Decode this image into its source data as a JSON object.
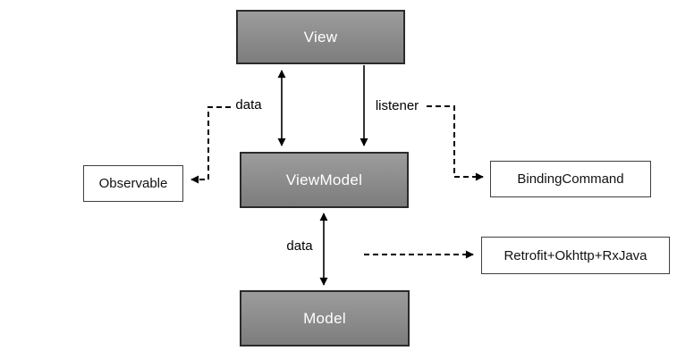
{
  "diagram": {
    "nodes": {
      "view": {
        "label": "View"
      },
      "viewmodel": {
        "label": "ViewModel"
      },
      "model": {
        "label": "Model"
      },
      "observable": {
        "label": "Observable"
      },
      "bindingcommand": {
        "label": "BindingCommand"
      },
      "retrofit": {
        "label": "Retrofit+Okhttp+RxJava"
      }
    },
    "edge_labels": {
      "view_viewmodel": "data",
      "view_bindingcommand": "listener",
      "viewmodel_model": "data"
    }
  },
  "colors": {
    "background": "#ffffff",
    "node_fill_top": "#9c9c9c",
    "node_fill_bottom": "#7d7d7d",
    "node_border": "#2b2b2b",
    "node_text": "#ffffff",
    "side_node_fill": "#ffffff",
    "side_node_border": "#3f3f3f",
    "side_node_text": "#111111",
    "arrow_color": "#000000"
  }
}
